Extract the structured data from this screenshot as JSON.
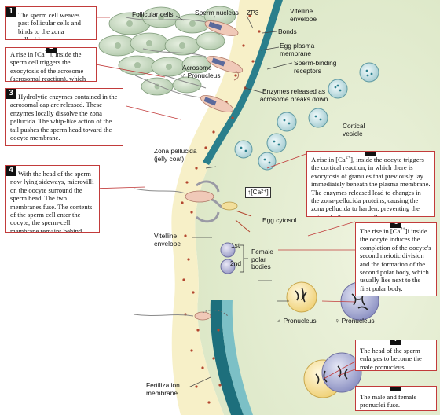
{
  "steps": [
    {
      "number": "1",
      "text": "The sperm cell weaves past follicular cells and binds to the zona pellucida."
    },
    {
      "number": "2",
      "text_pre": "A rise in [Ca",
      "text_sup": "2+",
      "text_post": "], inside the sperm cell triggers the exocytosis of the acrosome (acrosomal reaction), which contains hydrolytic enzymes."
    },
    {
      "number": "3",
      "text": "Hydrolytic enzymes contained in the acrosomal cap are released. These enzymes locally dissolve the zona pellucida. The whip-like action of the tail pushes the sperm head toward the oocyte membrane."
    },
    {
      "number": "4",
      "text": "With the head of the sperm now lying sideways, microvilli on the oocyte surround the sperm head. The two membranes fuse. The contents of the sperm cell enter the oocyte; the sperm-cell membrane remains behind."
    },
    {
      "number": "5",
      "text_pre": "A rise in [Ca",
      "text_sup": "2+",
      "text_post": "], inside the oocyte triggers the cortical reaction, in which there is exocytosis of granules that previously lay immediately beneath the plasma membrane. The enzymes released lead to changes in the zona-pellucida proteins, causing the zona pellucida to harden, preventing the entry of other sperm cells."
    },
    {
      "number": "6",
      "text_pre": "The rise in [Ca",
      "text_sup": "2+",
      "text_post": "]i inside the oocyte  induces the completion of the oocyte's second meiotic division and the formation of the second polar body, which usually lies next to the first polar body."
    },
    {
      "number": "7",
      "text": "The head of the sperm enlarges to become the male pronucleus."
    },
    {
      "number": "8",
      "text": "The male and female pronuclei fuse."
    }
  ],
  "labels": {
    "follicular_cells": "Follicular cells",
    "sperm_nucleus": "Sperm nucleus",
    "zp3": "ZP3",
    "bonds": "Bonds",
    "vitelline_envelope": "Vitelline envelope",
    "egg_plasma_membrane": "Egg plasma membrane",
    "sperm_binding_receptors": "Sperm-binding receptors",
    "acrosome": "Acrosome",
    "male_pronucleus_top": "♂ Pronucleus",
    "enzymes_released": "Enzymes released as acrosome breaks down",
    "cortical_vesicle": "Cortical vesicle",
    "zona_pellucida": "Zona pellucida (jelly coat)",
    "ca_rise": "↑[Ca²⁺]",
    "egg_cytosol": "Egg cytosol",
    "vitelline_envelope_2": "Vitelline envelope",
    "first": "1st",
    "second": "2nd",
    "female_polar_bodies": "Female polar bodies",
    "male_pronucleus": "♂ Pronucleus",
    "female_pronucleus": "♀ Pronucleus",
    "fertilization_membrane": "Fertilization membrane"
  },
  "colors": {
    "accent": "#c23b3b",
    "cytosol": "#e3ecd2",
    "zona": "#f7f0c8",
    "vitelline": "#7cc0c6",
    "vitelline_dark": "#1d6f7c",
    "follicular": "#cfe0c8",
    "sperm": "#f0c9b8"
  },
  "icons": [
    "sperm-icon",
    "cortical-vesicle-icon",
    "polar-body-icon",
    "pronucleus-icon"
  ]
}
